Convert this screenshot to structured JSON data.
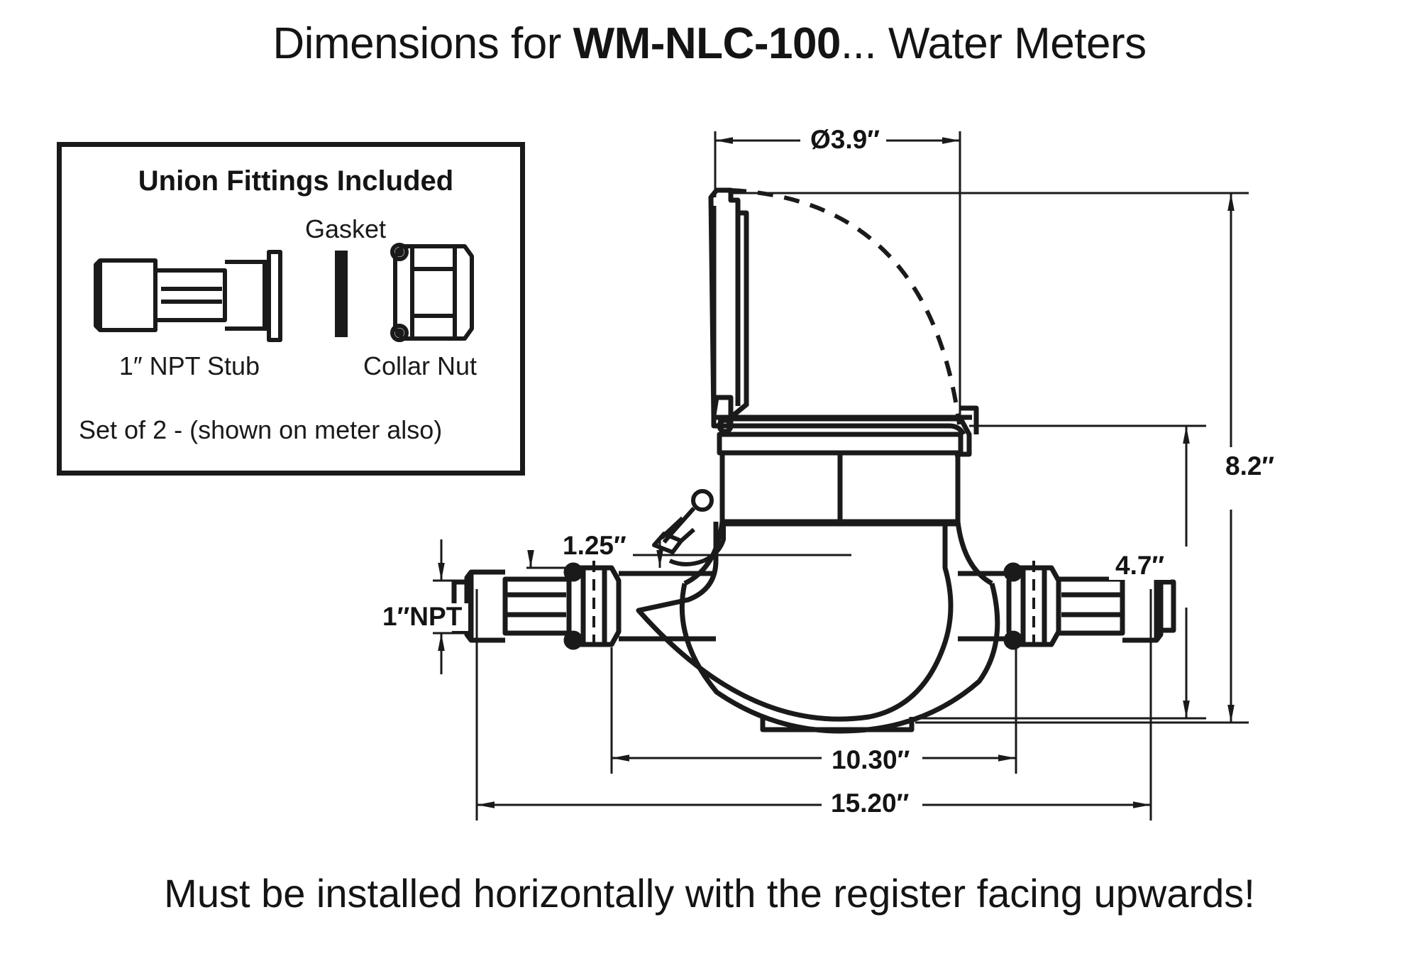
{
  "title": {
    "prefix": "Dimensions for ",
    "model": "WM-NLC-100",
    "suffix": "... Water Meters"
  },
  "legend": {
    "heading": "Union Fittings Included",
    "gasket_label": "Gasket",
    "stub_label": "1″ NPT Stub",
    "collar_label": "Collar Nut",
    "set_note": "Set of 2 - (shown on meter also)",
    "icons": {
      "stub": "npt-stub-icon",
      "gasket": "gasket-icon",
      "collar": "collar-nut-icon"
    }
  },
  "dimensions": {
    "register_diameter": "Ø3.9″",
    "overall_height": "8.2″",
    "body_height": "4.7″",
    "union_nut_width": "1.25″",
    "port_thread": "1″NPT",
    "body_length": "10.30″",
    "overall_length": "15.20″"
  },
  "caption": "Must be installed horizontally with the register facing upwards!",
  "colors": {
    "line": "#1a1a1a",
    "background": "#ffffff",
    "text": "#141414"
  }
}
